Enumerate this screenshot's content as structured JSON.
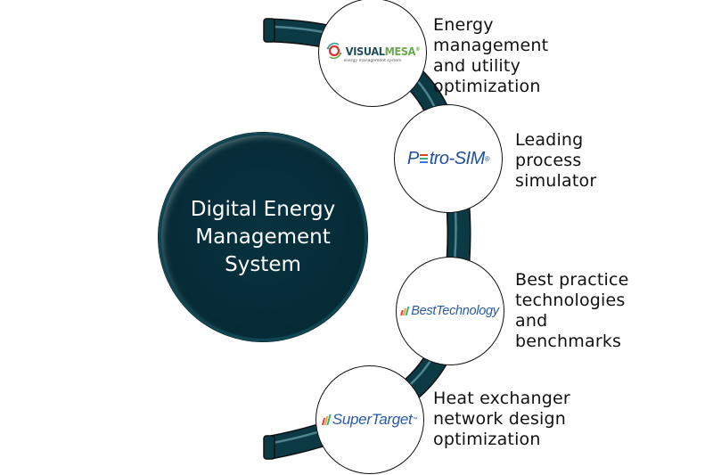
{
  "hub": {
    "label": "Digital Energy Management System",
    "lines": [
      "Digital Energy",
      "Management",
      "System"
    ],
    "color": "#052b36"
  },
  "nodes": [
    {
      "logo": "VISUALMESA",
      "logo_parts": {
        "a": "VISUAL",
        "b": "MESA",
        "mark": "®"
      },
      "logo_sub": "energy management system",
      "description_lines": [
        "Energy",
        "management",
        "and utility",
        "optimization"
      ]
    },
    {
      "logo": "Petro-SIM",
      "logo_parts": {
        "a": "P",
        "b": "tro-SIM",
        "mark": "®"
      },
      "description_lines": [
        "Leading",
        "process",
        "simulator"
      ]
    },
    {
      "logo": "BestTechnology",
      "description_lines": [
        "Best practice",
        "technologies",
        "and",
        "benchmarks"
      ]
    },
    {
      "logo": "SuperTarget",
      "logo_parts": {
        "mark": "™"
      },
      "description_lines": [
        "Heat exchanger",
        "network design",
        "optimization"
      ]
    }
  ],
  "colors": {
    "pipe": "#0b3a44",
    "visualmesa_dark": "#1e4d5c",
    "visualmesa_green": "#6aa84f",
    "logo_blue": "#2a5aa5",
    "text": "#111111"
  }
}
